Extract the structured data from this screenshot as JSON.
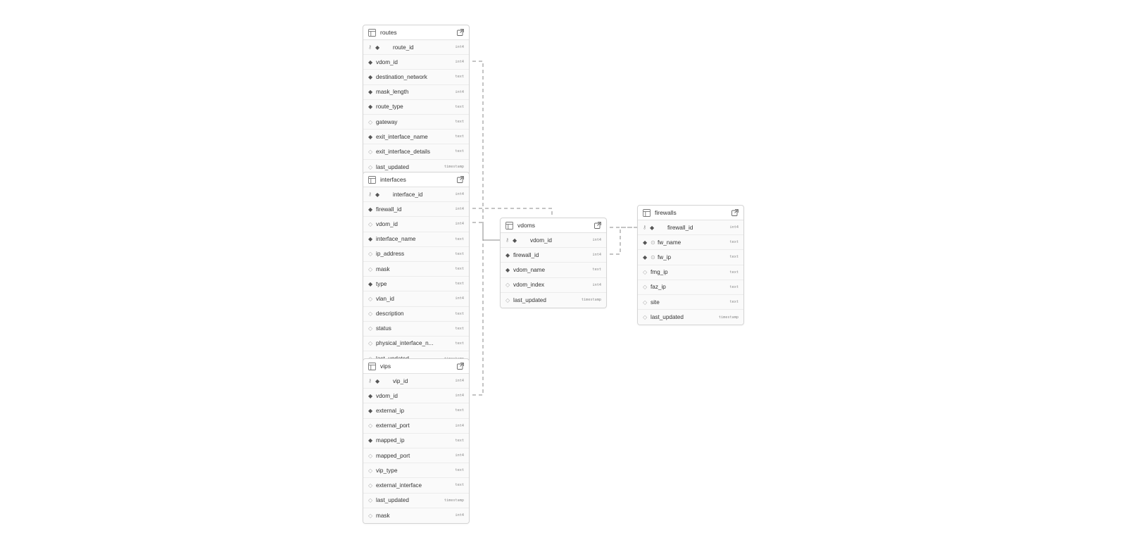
{
  "tables": {
    "routes": {
      "name": "routes",
      "columns": [
        {
          "name": "route_id",
          "type": "int4",
          "pk": true,
          "required": true
        },
        {
          "name": "vdom_id",
          "type": "int4",
          "required": true
        },
        {
          "name": "destination_network",
          "type": "text",
          "required": true
        },
        {
          "name": "mask_length",
          "type": "int4",
          "required": true
        },
        {
          "name": "route_type",
          "type": "text",
          "required": true
        },
        {
          "name": "gateway",
          "type": "text",
          "required": false
        },
        {
          "name": "exit_interface_name",
          "type": "text",
          "required": true
        },
        {
          "name": "exit_interface_details",
          "type": "text",
          "required": false
        },
        {
          "name": "last_updated",
          "type": "timestamp",
          "required": false
        }
      ]
    },
    "interfaces": {
      "name": "interfaces",
      "columns": [
        {
          "name": "interface_id",
          "type": "int4",
          "pk": true,
          "required": true
        },
        {
          "name": "firewall_id",
          "type": "int4",
          "required": true
        },
        {
          "name": "vdom_id",
          "type": "int4",
          "required": false
        },
        {
          "name": "interface_name",
          "type": "text",
          "required": true
        },
        {
          "name": "ip_address",
          "type": "text",
          "required": false
        },
        {
          "name": "mask",
          "type": "text",
          "required": false
        },
        {
          "name": "type",
          "type": "text",
          "required": true
        },
        {
          "name": "vlan_id",
          "type": "int4",
          "required": false
        },
        {
          "name": "description",
          "type": "text",
          "required": false
        },
        {
          "name": "status",
          "type": "text",
          "required": false
        },
        {
          "name": "physical_interface_n...",
          "type": "text",
          "required": false
        },
        {
          "name": "last_updated",
          "type": "timestamp",
          "required": false
        }
      ]
    },
    "vips": {
      "name": "vips",
      "columns": [
        {
          "name": "vip_id",
          "type": "int4",
          "pk": true,
          "required": true
        },
        {
          "name": "vdom_id",
          "type": "int4",
          "required": true
        },
        {
          "name": "external_ip",
          "type": "text",
          "required": true
        },
        {
          "name": "external_port",
          "type": "int4",
          "required": false
        },
        {
          "name": "mapped_ip",
          "type": "text",
          "required": true
        },
        {
          "name": "mapped_port",
          "type": "int4",
          "required": false
        },
        {
          "name": "vip_type",
          "type": "text",
          "required": false
        },
        {
          "name": "external_interface",
          "type": "text",
          "required": false
        },
        {
          "name": "last_updated",
          "type": "timestamp",
          "required": false
        },
        {
          "name": "mask",
          "type": "int4",
          "required": false
        }
      ]
    },
    "vdoms": {
      "name": "vdoms",
      "columns": [
        {
          "name": "vdom_id",
          "type": "int4",
          "pk": true,
          "required": true
        },
        {
          "name": "firewall_id",
          "type": "int4",
          "required": true
        },
        {
          "name": "vdom_name",
          "type": "text",
          "required": true
        },
        {
          "name": "vdom_index",
          "type": "int4",
          "required": false
        },
        {
          "name": "last_updated",
          "type": "timestamp",
          "required": false
        }
      ]
    },
    "firewalls": {
      "name": "firewalls",
      "columns": [
        {
          "name": "firewall_id",
          "type": "int4",
          "pk": true,
          "required": true
        },
        {
          "name": "fw_name",
          "type": "text",
          "required": true,
          "unique": true
        },
        {
          "name": "fw_ip",
          "type": "text",
          "required": true,
          "unique": true
        },
        {
          "name": "fmg_ip",
          "type": "text",
          "required": false
        },
        {
          "name": "faz_ip",
          "type": "text",
          "required": false
        },
        {
          "name": "site",
          "type": "text",
          "required": false
        },
        {
          "name": "last_updated",
          "type": "timestamp",
          "required": false
        }
      ]
    }
  },
  "relationships": [
    {
      "from": "routes.vdom_id",
      "to": "vdoms.vdom_id"
    },
    {
      "from": "interfaces.vdom_id",
      "to": "vdoms.vdom_id"
    },
    {
      "from": "vips.vdom_id",
      "to": "vdoms.vdom_id"
    },
    {
      "from": "interfaces.firewall_id",
      "to": "firewalls.firewall_id"
    },
    {
      "from": "vdoms.firewall_id",
      "to": "firewalls.firewall_id"
    }
  ],
  "colors": {
    "line": "#8a8a8a",
    "border": "#d4d4d4",
    "filled_diamond": "#555555",
    "hollow_diamond": "#aaaaaa"
  }
}
